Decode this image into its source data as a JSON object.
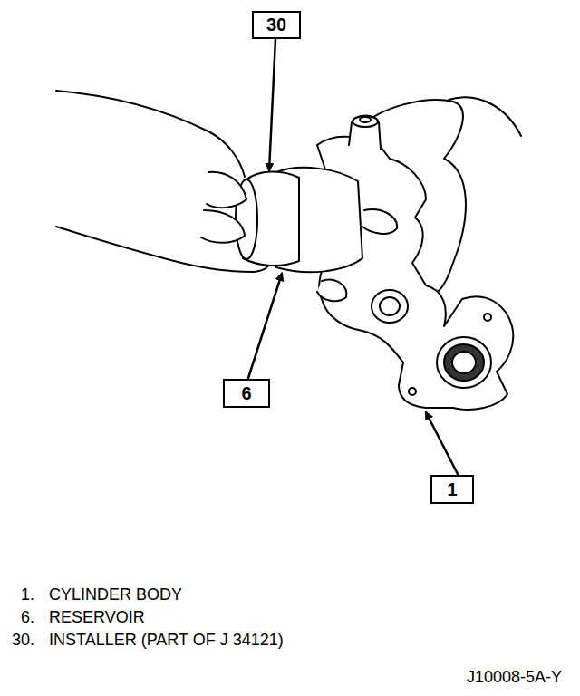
{
  "diagram": {
    "nodes": [
      {
        "text": [
          "30"
        ]
      },
      {
        "text": [
          "6"
        ]
      },
      {
        "text": [
          "1"
        ]
      }
    ],
    "labels": [
      "1.",
      "CYLINDER BODY",
      "6.",
      "RESERVOIR",
      "30.",
      "INSTALLER (PART OF J 34121)",
      "J10008-5A-Y"
    ]
  }
}
